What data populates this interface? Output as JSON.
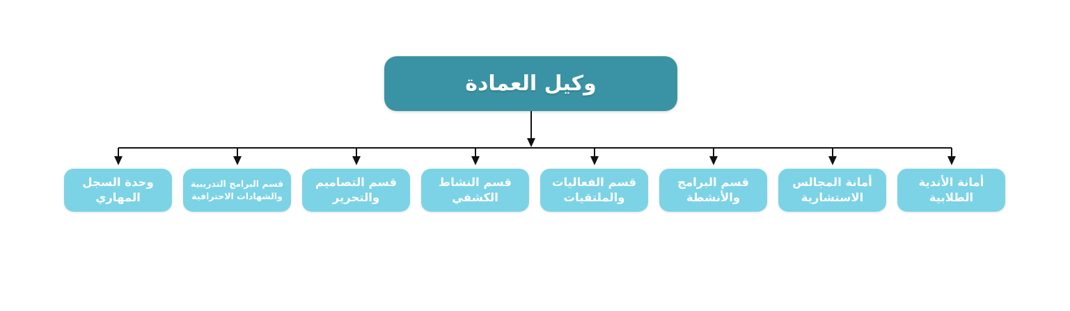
{
  "org_chart": {
    "title_node": {
      "label": "وكيل العمادة",
      "fill_color": "#3a93a4",
      "text_color": "#ffffff"
    },
    "child_fill_color": "#7cd3e6",
    "connector_color": "#111111",
    "background_color": "#ffffff",
    "children": [
      {
        "label": "وحدة السجل المهاري"
      },
      {
        "label": "قسم البرامج التدريبية والشهادات الاحترافية"
      },
      {
        "label": "قسم التصاميم والتحرير"
      },
      {
        "label": "قسم النشاط الكشفي"
      },
      {
        "label": "قسم الفعاليات والملتقيات"
      },
      {
        "label": "قسم البرامج والأنشطة"
      },
      {
        "label": "أمانة المجالس الاستشارية"
      },
      {
        "label": "أمانة الأندية الطلابية"
      }
    ]
  }
}
